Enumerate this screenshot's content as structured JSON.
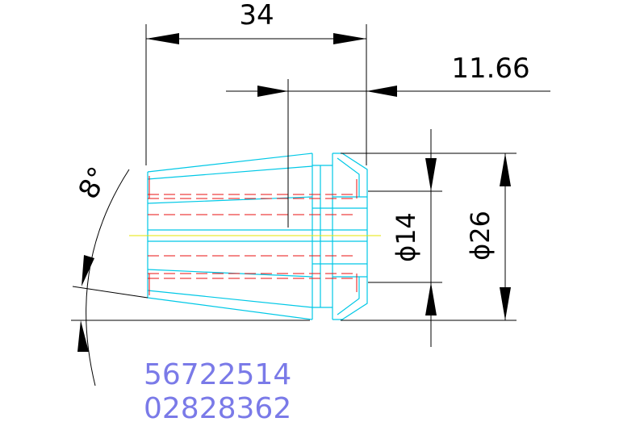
{
  "colors": {
    "background": "#ffffff",
    "dimension": "#000000",
    "part_outline": "#00c8e6",
    "hidden_lines": "#e81010",
    "centerline": "#e6e600",
    "id_text": "#7a7ae8"
  },
  "dimensions": {
    "length": "34",
    "offset": "11.66",
    "angle": "8°",
    "bore_diameter": "ϕ14",
    "outer_diameter": "ϕ26"
  },
  "id_codes": {
    "line1": "56722514",
    "line2": "02828362"
  }
}
